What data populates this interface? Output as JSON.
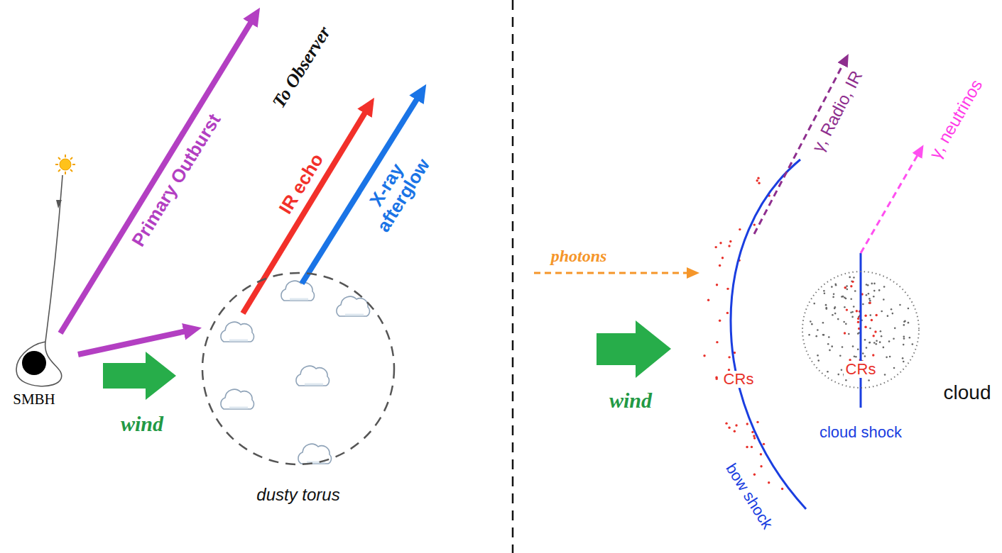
{
  "diagram": {
    "nodes": [
      {
        "text": [
          "SMBH"
        ]
      },
      {
        "text": [
          "dusty torus"
        ]
      },
      {
        "text": [
          "CRs",
          "cloud"
        ]
      }
    ],
    "edges": [
      {
        "from": 0,
        "to": 1,
        "arrow": "to"
      }
    ],
    "labels": [
      "Primary Outburst",
      "To Observer",
      "IR echo",
      "X-ray afterglow",
      "wind",
      "photons",
      "wind",
      "CRs",
      "bow shock",
      "γ, Radio, IR",
      "γ, neutrinos",
      "cloud shock"
    ]
  }
}
